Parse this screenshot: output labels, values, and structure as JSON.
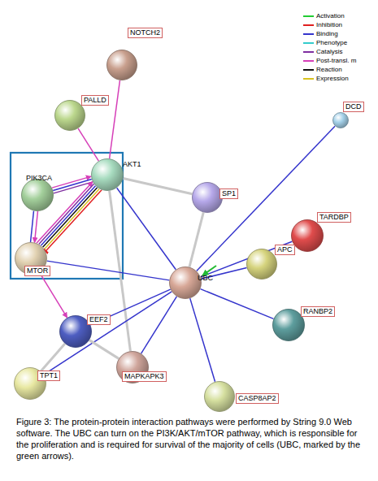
{
  "diagram": {
    "caption": "Figure 3: The protein-protein interaction pathways were performed by String 9.0 Web software. The UBC can turn on the PI3K/AKT/mTOR pathway, which is responsible for the proliferation and is required for survival of the majority of cells (UBC, marked by the green arrows).",
    "nodes": [
      {
        "text": [
          "NOTCH2"
        ]
      },
      {
        "text": [
          "PALLD"
        ]
      },
      {
        "text": [
          "DCD"
        ]
      },
      {
        "text": [
          "AKT1"
        ]
      },
      {
        "text": [
          "PIK3CA"
        ]
      },
      {
        "text": [
          "SP1"
        ]
      },
      {
        "text": [
          "TARDBP"
        ]
      },
      {
        "text": [
          "MTOR"
        ]
      },
      {
        "text": [
          "APC"
        ]
      },
      {
        "text": [
          "UBC"
        ]
      },
      {
        "text": [
          "RANBP2"
        ]
      },
      {
        "text": [
          "EEF2"
        ]
      },
      {
        "text": [
          "MAPKAPK3"
        ]
      },
      {
        "text": [
          "TPT1"
        ]
      },
      {
        "text": [
          "CASP8AP2"
        ]
      }
    ],
    "edges": [
      {
        "from": 0,
        "to": 3,
        "arrow": "none"
      },
      {
        "from": 1,
        "to": 3,
        "arrow": "none"
      },
      {
        "from": 4,
        "to": 3,
        "arrow": "to"
      },
      {
        "from": 4,
        "to": 3,
        "arrow": "none"
      },
      {
        "from": 4,
        "to": 3,
        "arrow": "none"
      },
      {
        "from": 4,
        "to": 7,
        "arrow": "to"
      },
      {
        "from": 4,
        "to": 7,
        "arrow": "none"
      },
      {
        "from": 7,
        "to": 3,
        "arrow": "to"
      },
      {
        "from": 7,
        "to": 3,
        "arrow": "none"
      },
      {
        "from": 7,
        "to": 3,
        "arrow": "none"
      },
      {
        "from": 7,
        "to": 3,
        "arrow": "none"
      },
      {
        "from": 3,
        "to": 7,
        "arrow": "none"
      },
      {
        "from": 3,
        "to": 7,
        "arrow": "to"
      },
      {
        "from": 7,
        "to": 11,
        "arrow": "to"
      },
      {
        "from": 3,
        "to": 9,
        "arrow": "none"
      },
      {
        "from": 3,
        "to": 5,
        "arrow": "none"
      },
      {
        "from": 3,
        "to": 12,
        "arrow": "none"
      },
      {
        "from": 5,
        "to": 9,
        "arrow": "none"
      },
      {
        "from": 2,
        "to": 9,
        "arrow": "none"
      },
      {
        "from": 6,
        "to": 9,
        "arrow": "none"
      },
      {
        "from": 8,
        "to": 9,
        "arrow": "none"
      },
      {
        "from": 10,
        "to": 9,
        "arrow": "none"
      },
      {
        "from": 14,
        "to": 9,
        "arrow": "none"
      },
      {
        "from": 12,
        "to": 9,
        "arrow": "none"
      },
      {
        "from": 11,
        "to": 9,
        "arrow": "none"
      },
      {
        "from": 13,
        "to": 9,
        "arrow": "none"
      },
      {
        "from": 13,
        "to": 11,
        "arrow": "none"
      },
      {
        "from": 11,
        "to": 12,
        "arrow": "none"
      },
      {
        "from": 7,
        "to": 9,
        "arrow": "none"
      }
    ],
    "legend": [
      {
        "text": "Activation"
      },
      {
        "text": "Inhibition"
      },
      {
        "text": "Binding"
      },
      {
        "text": "Phenotype"
      },
      {
        "text": "Catalysis"
      },
      {
        "text": "Post-transl. m"
      },
      {
        "text": "Reaction"
      },
      {
        "text": "Expression"
      }
    ]
  }
}
